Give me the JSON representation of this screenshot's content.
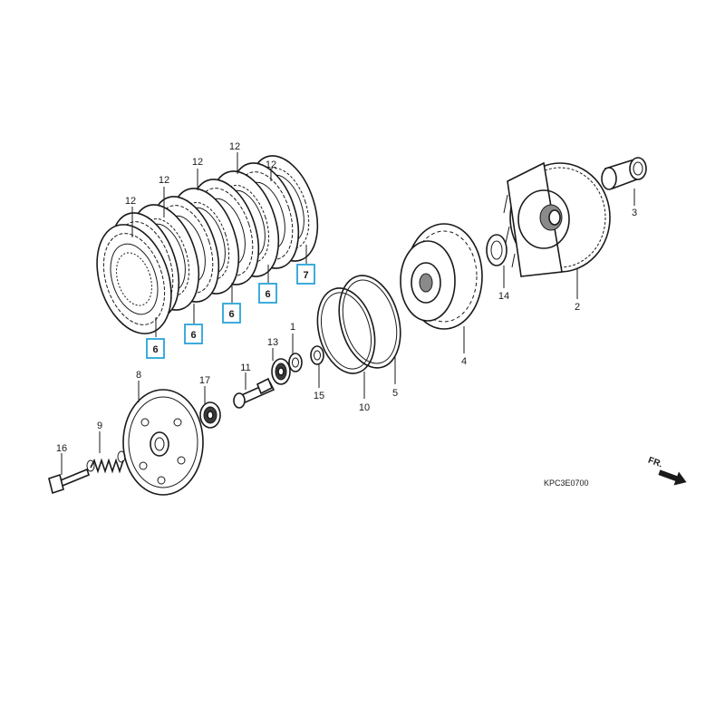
{
  "diagram": {
    "labels": {
      "p1": "1",
      "p2": "2",
      "p3": "3",
      "p4": "4",
      "p5": "5",
      "p6a": "6",
      "p6b": "6",
      "p6c": "6",
      "p6d": "6",
      "p7": "7",
      "p8": "8",
      "p9": "9",
      "p10": "10",
      "p11": "11",
      "p12a": "12",
      "p12b": "12",
      "p12c": "12",
      "p12d": "12",
      "p12e": "12",
      "p13": "13",
      "p14": "14",
      "p15": "15",
      "p16": "16",
      "p17": "17"
    },
    "drawing_code": "KPC3E0700",
    "direction_label": "FR."
  },
  "colors": {
    "highlight": "#29a3d8",
    "line": "#1a1a1a"
  }
}
